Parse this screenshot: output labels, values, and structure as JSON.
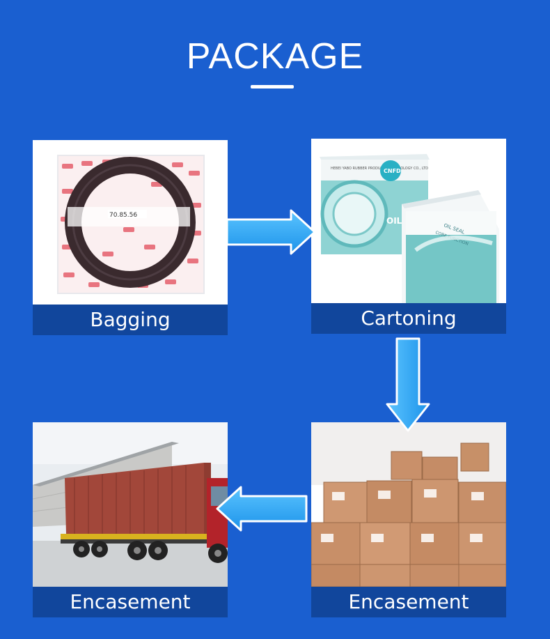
{
  "header": {
    "title": "PACKAGE"
  },
  "steps": [
    {
      "label": "Bagging"
    },
    {
      "label": "Cartoning"
    },
    {
      "label": "Encasement"
    },
    {
      "label": "Encasement"
    }
  ],
  "photo_text": {
    "seal_tag": "70.85.56",
    "carton_company": "HEBEI YABO RUBBER PRODUCTS TECHNOLOGY CO., LTD",
    "carton_logo": "CNFD",
    "carton_front": "OIL S",
    "carton_side": "OIL SEAL",
    "carton_side_sub": "CORE FUNCTION"
  },
  "colors": {
    "background": "#1a5fd0",
    "caption_bar": "#11469c",
    "arrow": "#27a6f2"
  }
}
